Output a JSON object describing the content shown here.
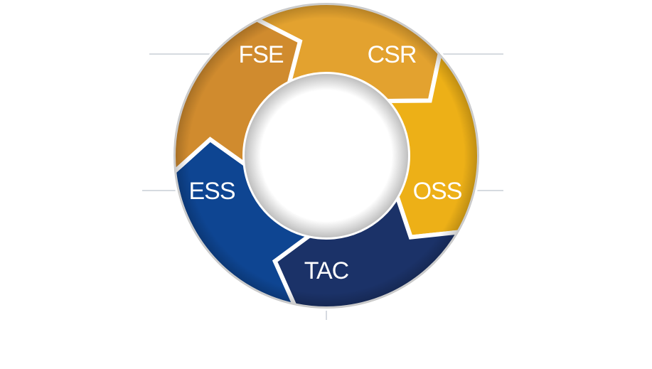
{
  "diagram": {
    "segments": [
      {
        "id": "fse",
        "label": "FSE",
        "color": "#E3A22F"
      },
      {
        "id": "csr",
        "label": "CSR",
        "color": "#EDB017"
      },
      {
        "id": "oss",
        "label": "OSS",
        "color": "#1B3268"
      },
      {
        "id": "tac",
        "label": "TAC",
        "color": "#0E4592"
      },
      {
        "id": "ess",
        "label": "ESS",
        "color": "#D08B2E"
      }
    ],
    "background": "#ffffff",
    "center_color": "#ffffff",
    "leader_color": "#c8cdd6"
  }
}
